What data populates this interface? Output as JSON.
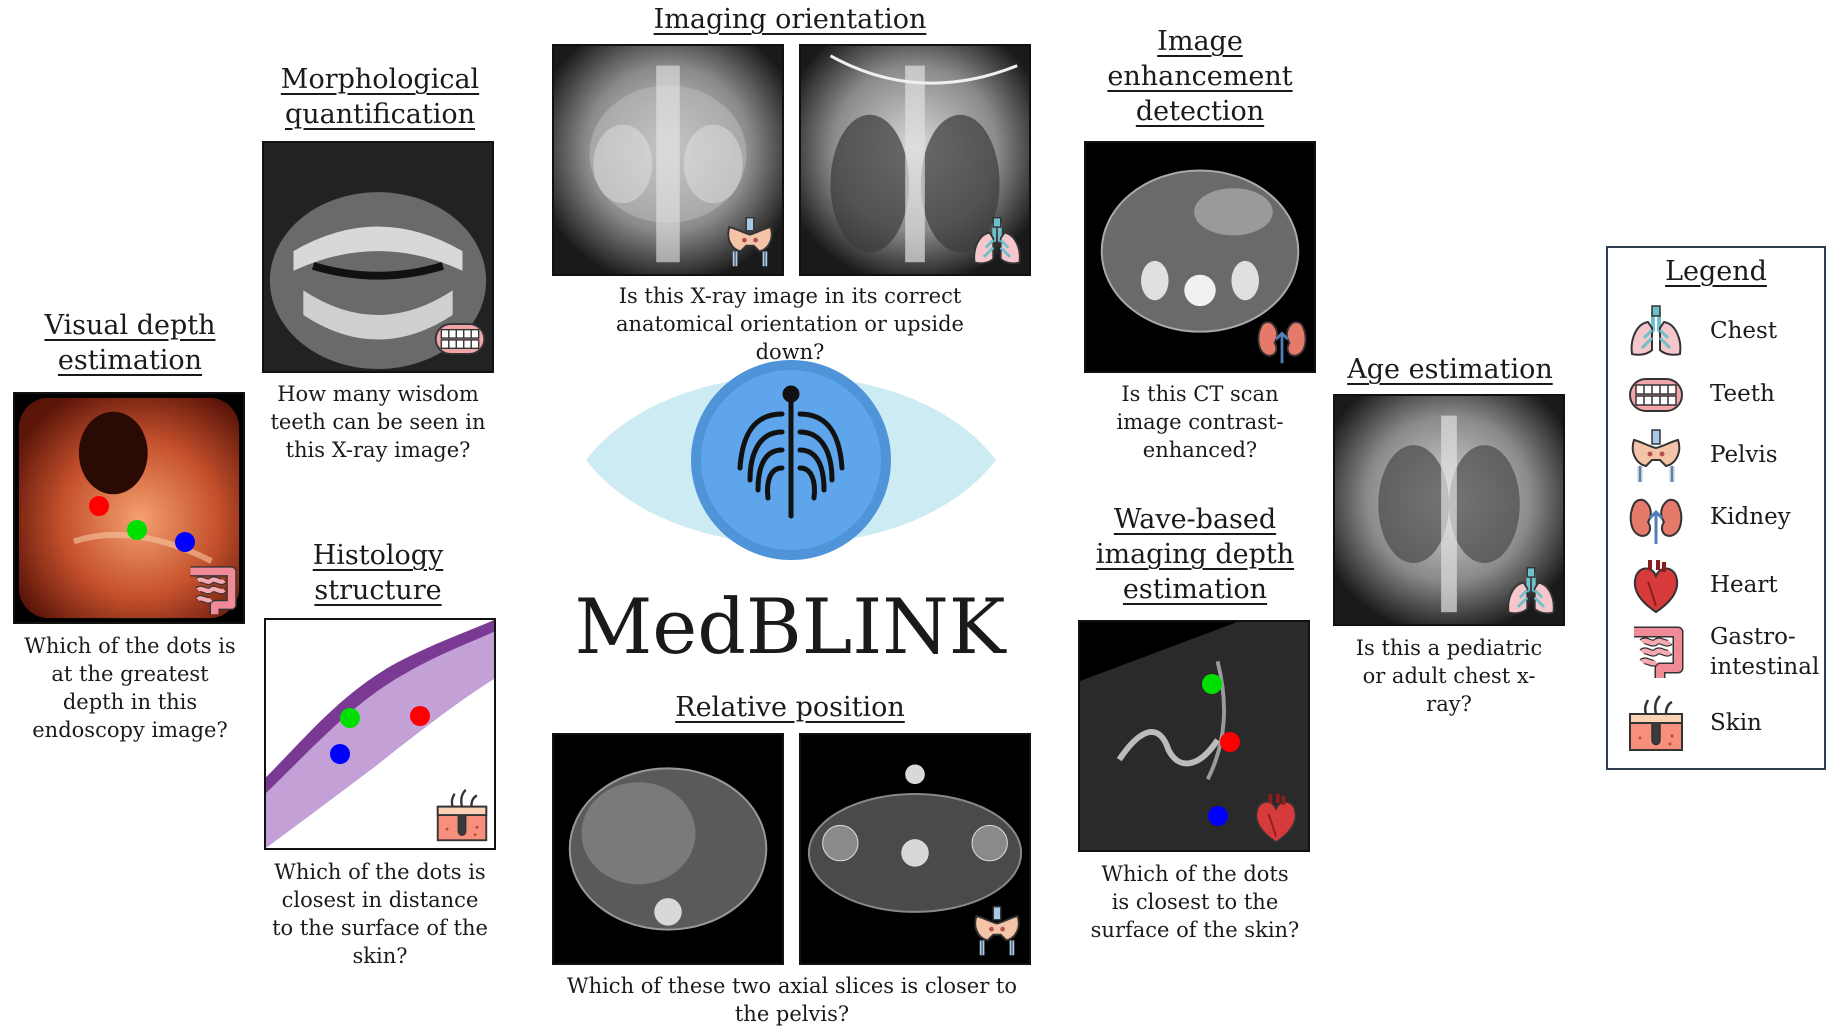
{
  "brand": "MedBLINK",
  "tasks": {
    "imaging_orientation": {
      "title": "Imaging orientation",
      "question": "Is this X-ray image in its correct anatomical orientation or upside down?"
    },
    "morphological": {
      "title": "Morphological quantification",
      "question": "How many wisdom teeth can be seen in this X-ray image?"
    },
    "visual_depth": {
      "title": "Visual depth estimation",
      "question": "Which of the dots is at the greatest depth in this endoscopy image?"
    },
    "histology": {
      "title": "Histology structure",
      "question": "Which of the dots is closest in distance to the surface of the skin?"
    },
    "relative_position": {
      "title": "Relative position",
      "question": "Which of these two axial slices is closer to the pelvis?"
    },
    "image_enhancement": {
      "title": "Image enhancement detection",
      "question": "Is this CT scan image contrast-enhanced?"
    },
    "age_estimation": {
      "title": "Age estimation",
      "question": "Is this a pediatric or adult chest x-ray?"
    },
    "wave_depth": {
      "title": "Wave-based imaging depth estimation",
      "question": "Which of the dots is closest to the surface of the skin?"
    }
  },
  "legend": {
    "title": "Legend",
    "items": [
      {
        "label": "Chest",
        "icon": "lungs-icon"
      },
      {
        "label": "Teeth",
        "icon": "teeth-icon"
      },
      {
        "label": "Pelvis",
        "icon": "pelvis-icon"
      },
      {
        "label": "Kidney",
        "icon": "kidney-icon"
      },
      {
        "label": "Heart",
        "icon": "heart-icon"
      },
      {
        "label": "Gastro-intestinal",
        "label_line1": "Gastro-",
        "label_line2": "intestinal",
        "icon": "intestine-icon"
      },
      {
        "label": "Skin",
        "icon": "skin-icon"
      }
    ]
  },
  "colors": {
    "dot_red": "#ff0000",
    "dot_green": "#00e000",
    "dot_blue": "#0000ff",
    "eye_outer": "#cdebf2",
    "eye_iris": "#5ea5ec"
  }
}
